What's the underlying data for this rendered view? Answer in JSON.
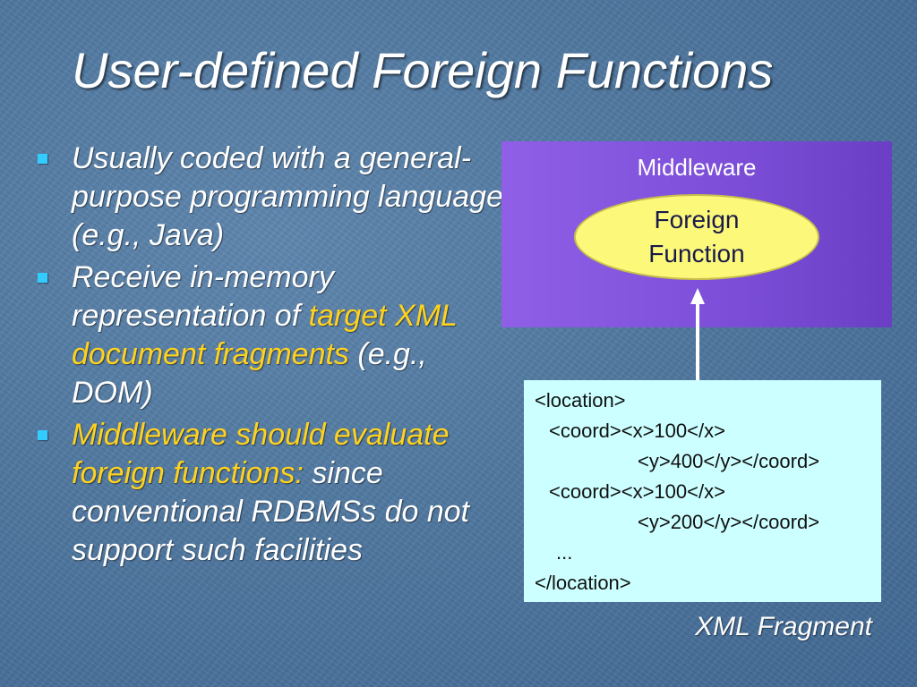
{
  "slide": {
    "title": "User-defined Foreign Functions",
    "bullets": [
      {
        "parts": [
          {
            "text": "Usually coded with a general-purpose programming language (e.g., Java)",
            "highlight": false
          }
        ]
      },
      {
        "parts": [
          {
            "text": "Receive in-memory representation of ",
            "highlight": false
          },
          {
            "text": "target XML document fragments",
            "highlight": true
          },
          {
            "text": " (e.g., DOM)",
            "highlight": false
          }
        ]
      },
      {
        "parts": [
          {
            "text": "Middleware should evaluate foreign functions:",
            "highlight": true
          },
          {
            "text": " since conventional RDBMSs do not support such facilities",
            "highlight": false
          }
        ]
      }
    ],
    "bullet_icon": "square-bullet-icon",
    "colors": {
      "background": "#4f779f",
      "highlight": "#ffd21e",
      "bullet": "#33ccff",
      "middleware_box": "#7c4ed8",
      "ellipse_fill": "#fbf87a",
      "xml_box": "#ccffff"
    }
  },
  "diagram": {
    "middleware_label": "Middleware",
    "foreign_function_line1": "Foreign",
    "foreign_function_line2": "Function",
    "arrow_icon": "up-arrow-icon",
    "xml_lines": [
      "<location>",
      "<coord><x>100</x>",
      "<y>400</y></coord>",
      "<coord><x>100</x>",
      "<y>200</y></coord>",
      "...",
      "</location>"
    ],
    "xml_caption": "XML Fragment"
  }
}
